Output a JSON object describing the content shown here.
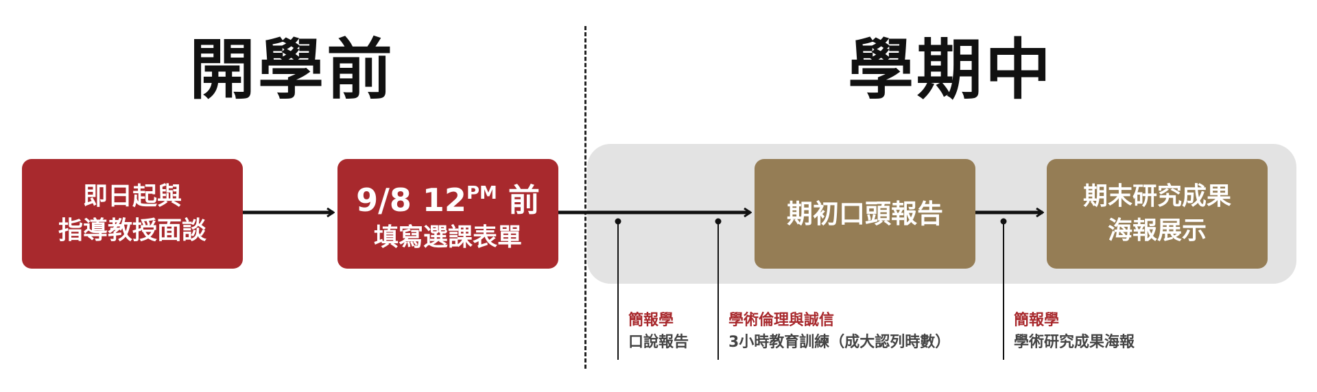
{
  "headings": {
    "before": "開學前",
    "during": "學期中"
  },
  "steps": {
    "meet": {
      "line1": "即日起與",
      "line2": "指導教授面談"
    },
    "form": {
      "deadline_main": "9/8 12",
      "deadline_sup": "PM",
      "deadline_suffix": " 前",
      "line2": "填寫選課表單"
    },
    "oral": {
      "line1": "期初口頭報告"
    },
    "poster": {
      "line1": "期末研究成果",
      "line2": "海報展示"
    }
  },
  "courses": [
    {
      "title": "簡報學",
      "desc": "口說報告"
    },
    {
      "title": "學術倫理與誠信",
      "desc": "3小時教育訓練（成大認列時數）"
    },
    {
      "title": "簡報學",
      "desc": "學術研究成果海報"
    }
  ],
  "colors": {
    "red": "#a8292d",
    "brown": "#957d55",
    "panel": "#e3e3e3"
  }
}
